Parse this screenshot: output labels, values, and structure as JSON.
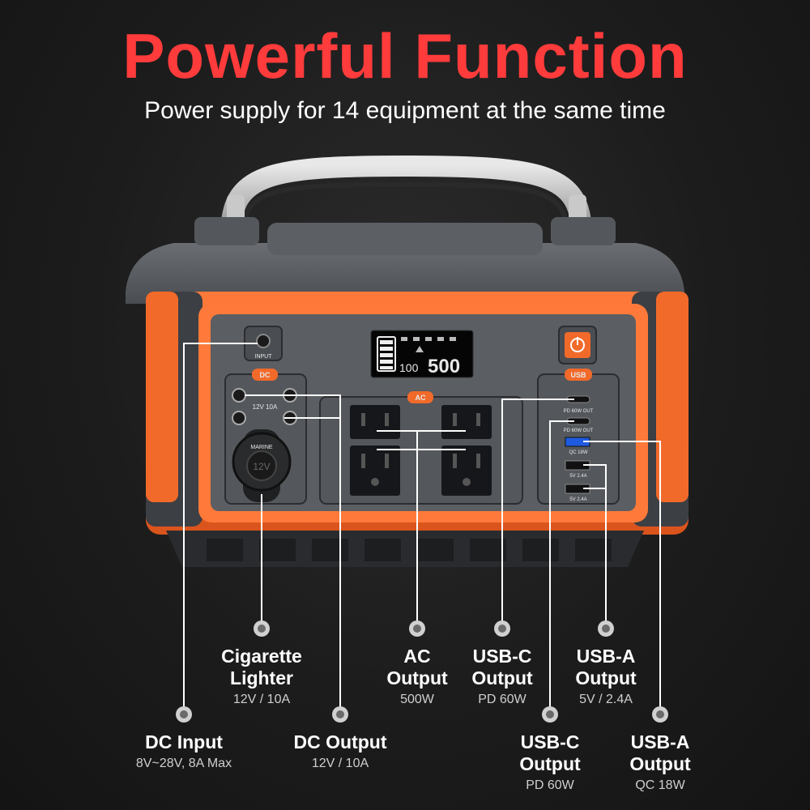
{
  "header": {
    "title": "Powerful Function",
    "subtitle": "Power supply for 14 equipment at the same time"
  },
  "device": {
    "input_label": "INPUT",
    "dc_badge": "DC",
    "dc_port_label": "12V 10A",
    "marine_label": "MARINE",
    "socket_label": "12V",
    "ac_badge": "AC",
    "usb_badge": "USB",
    "pd_out_1": "PD 60W OUT",
    "pd_out_2": "PD 60W OUT",
    "qc_label": "QC 18W",
    "usb_a_1": "5V 2.4A",
    "usb_a_2": "5V 2.4A",
    "display_percent": "100",
    "display_watts": "500"
  },
  "callouts": {
    "cigarette": {
      "name": "Cigarette\nLighter",
      "spec": "12V / 10A"
    },
    "ac": {
      "name": "AC\nOutput",
      "spec": "500W"
    },
    "usbc_1": {
      "name": "USB-C\nOutput",
      "spec": "PD 60W"
    },
    "usba_1": {
      "name": "USB-A\nOutput",
      "spec": "5V / 2.4A"
    },
    "dc_input": {
      "name": "DC Input",
      "spec": "8V~28V, 8A Max"
    },
    "dc_output": {
      "name": "DC Output",
      "spec": "12V / 10A"
    },
    "usbc_2": {
      "name": "USB-C\nOutput",
      "spec": "PD 60W"
    },
    "usba_2": {
      "name": "USB-A\nOutput",
      "spec": "QC 18W"
    }
  },
  "colors": {
    "accent": "#ff3b3b",
    "orange": "#f26a2a",
    "body": "#5b5e63"
  }
}
